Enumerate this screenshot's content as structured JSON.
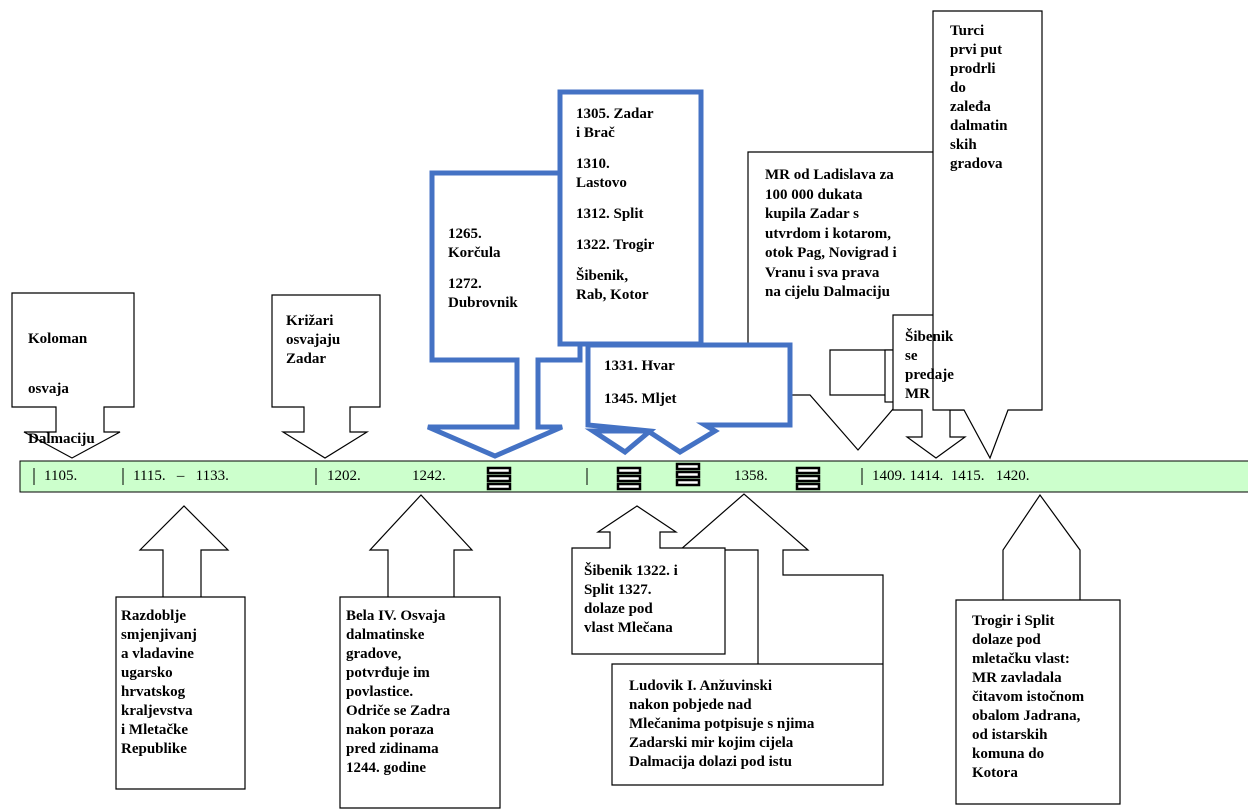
{
  "timeline": {
    "band_color": "#CCFFCC",
    "callout_border_black": "#000000",
    "callout_border_blue": "#4472C4",
    "years": {
      "y1105": "1105.",
      "y1115": "1115.   –   1133.",
      "y1202": "1202.",
      "y1242": "1242.",
      "y1358": "1358.",
      "y1409": "1409. 1414.  1415.   1420."
    },
    "book_icon": "book-stack-icon"
  },
  "callouts": {
    "koloman": {
      "lines": [
        "Koloman",
        "osvaja",
        "Dalmaciju"
      ]
    },
    "krizari": "Križari\nosvajaju\nZadar",
    "korcula": {
      "lines": [
        "1265.\nKorčula",
        "1272.\nDubrovnik"
      ]
    },
    "zadar_brac": {
      "lines": [
        "1305. Zadar\ni Brač",
        "1310.\nLastovo",
        "1312. Split",
        "1322. Trogir",
        "Šibenik,\nRab, Kotor"
      ]
    },
    "hvar": {
      "lines": [
        "1331. Hvar",
        "1345. Mljet"
      ]
    },
    "ladislav": "MR od Ladislava za\n100 000 dukata\nkupila Zadar s\nutvrdom i kotarom,\notok Pag, Novigrad i\nVranu i   sva prava\nna cijelu Dalmaciju",
    "sibenik_predaje": "Šibenik\nse\npredaje\nMR",
    "turci": "Turci\nprvi put\nprodrli\ndo\nzaleđa\ndalmatin\nskih\ngradova",
    "razdoblje": "Razdoblje\nsmjenjivanj\na vladavine\nugarsko\nhrvatskog\nkraljevstva\ni Mletačke\nRepublike",
    "bela": "Bela IV. Osvaja\ndalmatinske\ngradove,\npotvrđuje im\npovlastice.\nOdriče se Zadra\nnakon poraza\npred zidinama\n1244. godine",
    "sibenik_split": "Šibenik 1322. i\nSplit 1327.\ndolaze pod\nvlast Mlečana",
    "ludovik": "Ludovik I. Anžuvinski\nnakon pobjede nad\nMlečanima potpisuje s njima\nZadarski mir kojim cijela\nDalmacija dolazi pod istu",
    "trogir_split": "Trogir i Split\ndolaze pod\nmletačku vlast:\nMR zavladala\nčitavom istočnom\nobalom Jadrana,\nod istarskih\nkomuna do\nKotora"
  }
}
